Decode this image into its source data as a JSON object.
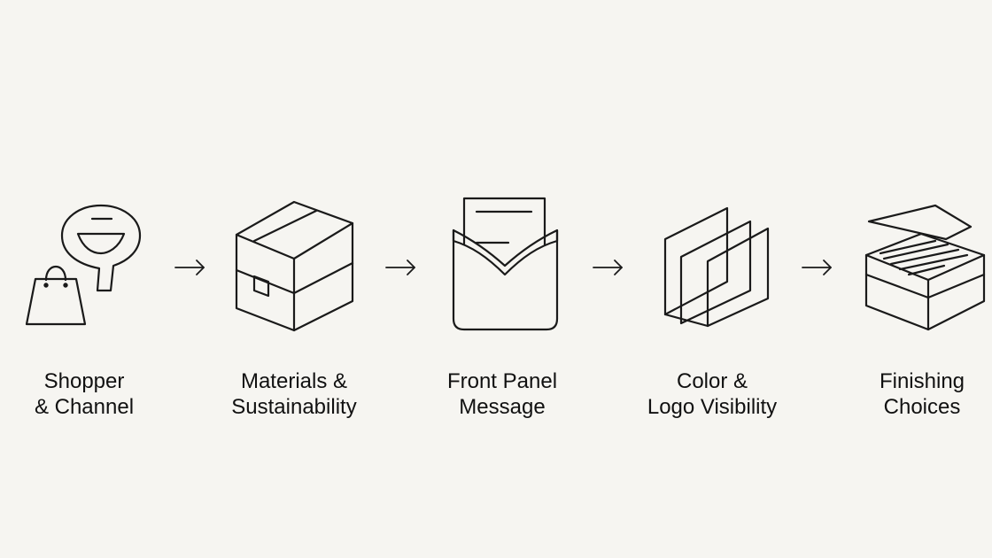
{
  "steps": [
    {
      "icon": "shopping-bag-speech-bubble-icon",
      "label_line1": "Shopper",
      "label_line2": "& Channel"
    },
    {
      "icon": "cardboard-box-icon",
      "label_line1": "Materials &",
      "label_line2": "Sustainability"
    },
    {
      "icon": "envelope-document-icon",
      "label_line1": "Front Panel",
      "label_line2": "Message"
    },
    {
      "icon": "folding-panels-icon",
      "label_line1": "Color &",
      "label_line2": "Logo Visibility"
    },
    {
      "icon": "finished-box-icon",
      "label_line1": "Finishing",
      "label_line2": "Choices"
    }
  ],
  "arrow_glyph": "→",
  "colors": {
    "background": "#f6f5f1",
    "stroke": "#1a1a1a"
  }
}
